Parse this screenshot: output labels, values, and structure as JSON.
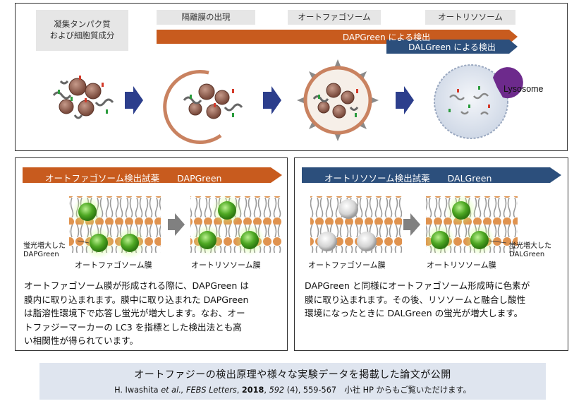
{
  "top": {
    "aggregate_label_line1": "凝集タンパク質",
    "aggregate_label_line2": "および細胞質成分",
    "stage_isolation": "隔離膜の出現",
    "stage_autophagosome": "オートファゴソーム",
    "stage_autolysosome": "オートリソソーム",
    "ribbon_dapgreen": "DAPGreen による検出",
    "ribbon_dalgreen": "DALGreen による検出",
    "lysosome_label": "Lysosome"
  },
  "left_panel": {
    "title": "オートファゴソーム検出試薬　　DAPGreen",
    "fluor_label_line1": "蛍光増大した",
    "fluor_label_line2": "DAPGreen",
    "caption_before": "オートファゴソーム膜",
    "caption_after": "オートリソソーム膜",
    "text_lines": [
      "オートファゴソーム膜が形成される際に、DAPGreen は",
      "膜内に取り込まれます。膜中に取り込まれた DAPGreen",
      "は脂溶性環境下で応答し蛍光が増大します。なお、オー",
      "トファジーマーカーの LC3 を指標とした検出法とも高",
      "い相関性が得られています。"
    ]
  },
  "right_panel": {
    "title": "オートリソソーム検出試薬　　DALGreen",
    "fluor_label_line1": "蛍光増大した",
    "fluor_label_line2": "DALGreen",
    "caption_before": "オートファゴソーム膜",
    "caption_after": "オートリソソーム膜",
    "text_lines": [
      "DAPGreen と同様にオートファゴソーム形成時に色素が",
      "膜に取り込まれます。その後、リソソームと融合し酸性",
      "環境になったときに DALGreen の蛍光が増大します。"
    ]
  },
  "footer": {
    "headline": "オートファジーの検出原理や様々な実験データを掲載した論文が公開",
    "citation_author": "H. Iwashita ",
    "citation_etal": "et al., FEBS Letters",
    "citation_sep": ", ",
    "citation_year": "2018",
    "citation_sep2": ", ",
    "citation_vol": "592",
    "citation_rest": " (4), 559-567　小社 HP からもご覧いただけます。"
  },
  "colors": {
    "dapgreen_ribbon": "#c85b1e",
    "dalgreen_ribbon": "#2c4f7c",
    "arrow_blue": "#2c3e8c",
    "membrane_orange": "#e0934f",
    "green_dye": "#55b82e",
    "footer_bg": "#dfe5ef"
  }
}
